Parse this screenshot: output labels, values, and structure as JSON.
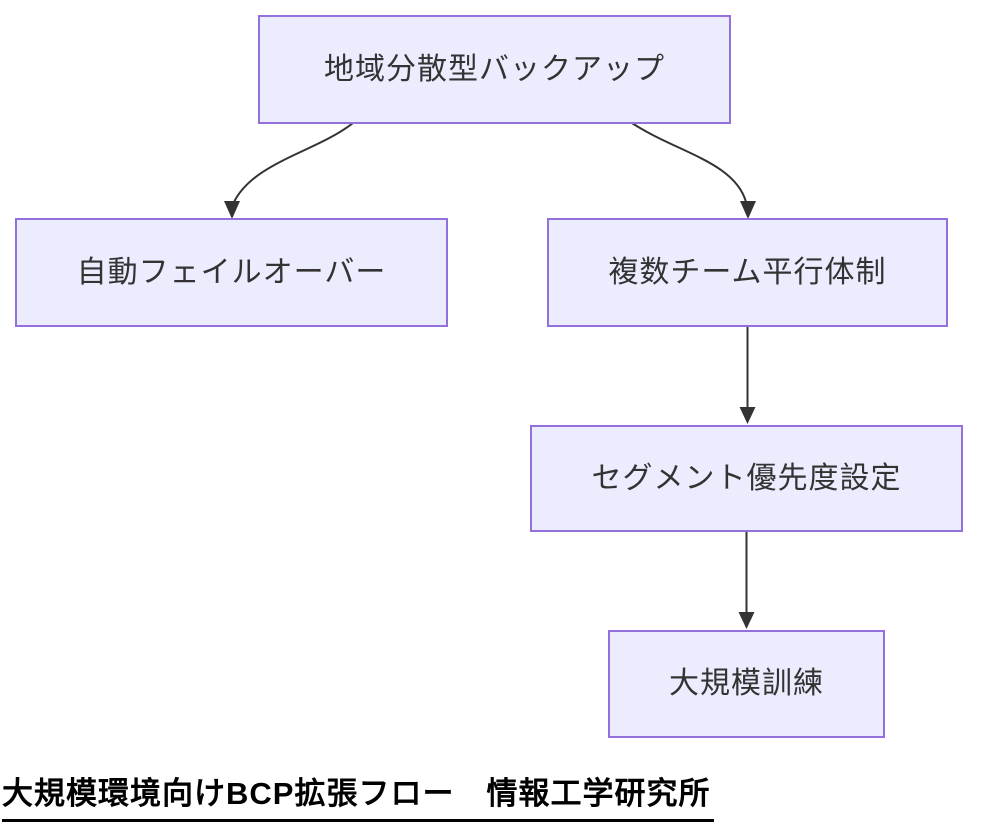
{
  "diagram": {
    "type": "flowchart",
    "direction": "top-down",
    "nodes": [
      {
        "id": "backup",
        "label": "地域分散型バックアップ"
      },
      {
        "id": "failover",
        "label": "自動フェイルオーバー"
      },
      {
        "id": "teams",
        "label": "複数チーム平行体制"
      },
      {
        "id": "segment",
        "label": "セグメント優先度設定"
      },
      {
        "id": "training",
        "label": "大規模訓練"
      }
    ],
    "edges": [
      {
        "from": "backup",
        "to": "failover",
        "style": "curved"
      },
      {
        "from": "backup",
        "to": "teams",
        "style": "curved"
      },
      {
        "from": "teams",
        "to": "segment",
        "style": "straight"
      },
      {
        "from": "segment",
        "to": "training",
        "style": "straight"
      }
    ],
    "caption": "大規模環境向けBCP拡張フロー　情報工学研究所",
    "colors": {
      "node_fill": "#ECECFF",
      "node_border": "#9370DB",
      "node_text": "#333333",
      "edge": "#333333",
      "caption_text": "#000000",
      "background": "#FFFFFF"
    }
  }
}
